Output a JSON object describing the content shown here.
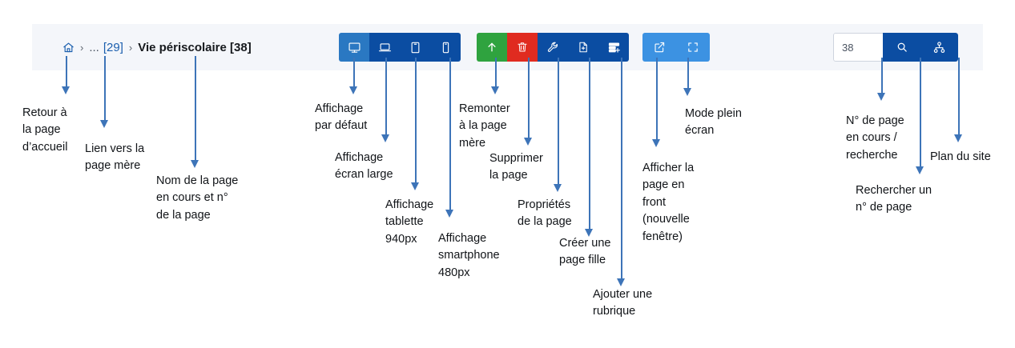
{
  "breadcrumb": {
    "home_icon": "home-icon",
    "separator": "›",
    "ellipsis_label": "...",
    "parent_label": "[29]",
    "current_label": "Vie périscolaire [38]"
  },
  "toolbar": {
    "devices": [
      {
        "name": "view-default",
        "icon": "desktop-icon",
        "active": true,
        "color": "#2a78c2"
      },
      {
        "name": "view-widescreen",
        "icon": "laptop-icon",
        "active": false,
        "color": "#0b4da2"
      },
      {
        "name": "view-tablet",
        "icon": "tablet-icon",
        "active": false,
        "color": "#0b4da2"
      },
      {
        "name": "view-mobile",
        "icon": "smartphone-icon",
        "active": false,
        "color": "#0b4da2"
      }
    ],
    "actions": [
      {
        "name": "go-to-parent-page",
        "icon": "arrow-up-icon",
        "color": "#2fa33f"
      },
      {
        "name": "delete-page",
        "icon": "trash-icon",
        "color": "#e02b20"
      },
      {
        "name": "page-properties",
        "icon": "wrench-icon",
        "color": "#0b4da2"
      },
      {
        "name": "create-child-page",
        "icon": "file-add-icon",
        "color": "#0b4da2"
      },
      {
        "name": "add-section",
        "icon": "section-add-icon",
        "color": "#0b4da2"
      }
    ],
    "view": [
      {
        "name": "open-front-new-window",
        "icon": "external-link-icon",
        "color": "#3c92e2"
      },
      {
        "name": "fullscreen-mode",
        "icon": "fullscreen-icon",
        "color": "#3c92e2"
      }
    ],
    "search": {
      "page_number_value": "38",
      "page_number_placeholder": "",
      "search_icon": "magnifier-icon",
      "sitemap_icon": "sitemap-icon",
      "button_color": "#0b4da2"
    }
  },
  "annotations": [
    {
      "id": "a1",
      "text": "Retour à\nla page\nd’accueil"
    },
    {
      "id": "a2",
      "text": "Lien vers la\npage mère"
    },
    {
      "id": "a3",
      "text": "Nom de la page\nen cours et n°\nde la page"
    },
    {
      "id": "a4",
      "text": "Affichage\npar défaut"
    },
    {
      "id": "a5",
      "text": "Affichage\nécran large"
    },
    {
      "id": "a6",
      "text": "Affichage\ntablette\n940px"
    },
    {
      "id": "a7",
      "text": "Affichage\nsmartphone\n480px"
    },
    {
      "id": "a8",
      "text": "Remonter\nà la page\nmère"
    },
    {
      "id": "a9",
      "text": "Supprimer\nla page"
    },
    {
      "id": "a10",
      "text": "Propriétés\nde la page"
    },
    {
      "id": "a11",
      "text": "Créer une\npage fille"
    },
    {
      "id": "a12",
      "text": "Ajouter une\nrubrique"
    },
    {
      "id": "a13",
      "text": "Afficher la\npage en\nfront\n(nouvelle\nfenêtre)"
    },
    {
      "id": "a14",
      "text": "Mode plein\nécran"
    },
    {
      "id": "a15",
      "text": "N° de page\nen cours /\nrecherche"
    },
    {
      "id": "a16",
      "text": "Rechercher un\nn° de page"
    },
    {
      "id": "a17",
      "text": "Plan du site"
    }
  ],
  "colors": {
    "bar_background": "#f4f6fa",
    "primary_blue": "#0b4da2",
    "active_blue": "#2a78c2",
    "light_blue": "#3c92e2",
    "green": "#2fa33f",
    "red": "#e02b20",
    "arrow_blue": "#3d74b8"
  }
}
